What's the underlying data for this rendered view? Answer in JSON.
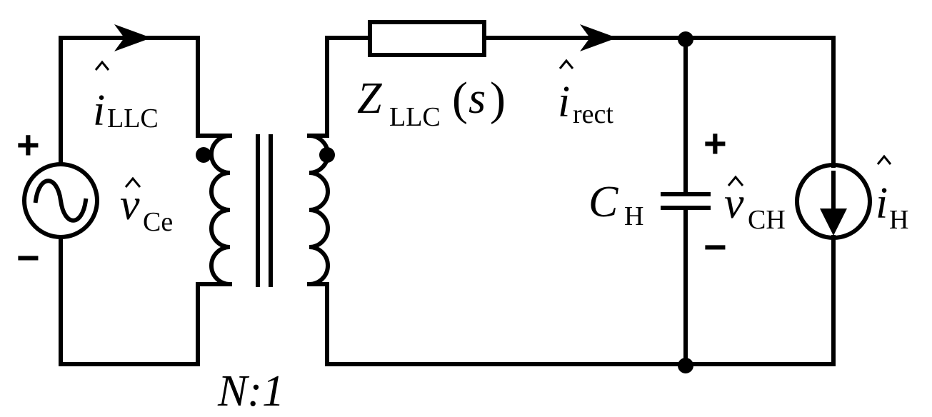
{
  "labels": {
    "i_llc": {
      "sym": "i",
      "sub": "LLC"
    },
    "v_ce": {
      "sym": "v",
      "sub": "Ce"
    },
    "z_llc": {
      "sym": "Z",
      "sub": "LLC",
      "arg_open": "(",
      "arg": "s",
      "arg_close": ")"
    },
    "i_rect": {
      "sym": "i",
      "sub": "rect"
    },
    "c_h": {
      "sym": "C",
      "sub": "H"
    },
    "v_ch": {
      "sym": "v",
      "sub": "CH"
    },
    "i_h": {
      "sym": "i",
      "sub": "H"
    },
    "ratio": "N:1",
    "plus_left": "+",
    "minus_left": "−",
    "plus_right": "+",
    "minus_right": "−"
  }
}
